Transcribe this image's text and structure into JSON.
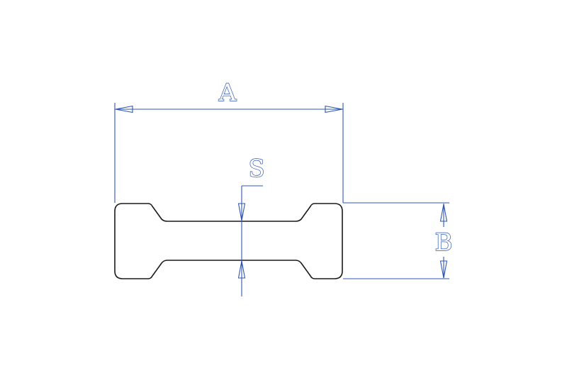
{
  "diagram": {
    "labels": {
      "length": "A",
      "thickness": "S",
      "height": "B"
    },
    "colors": {
      "dimension": "#2f57b5",
      "outline": "#1a1a1a",
      "background": "#ffffff"
    }
  }
}
